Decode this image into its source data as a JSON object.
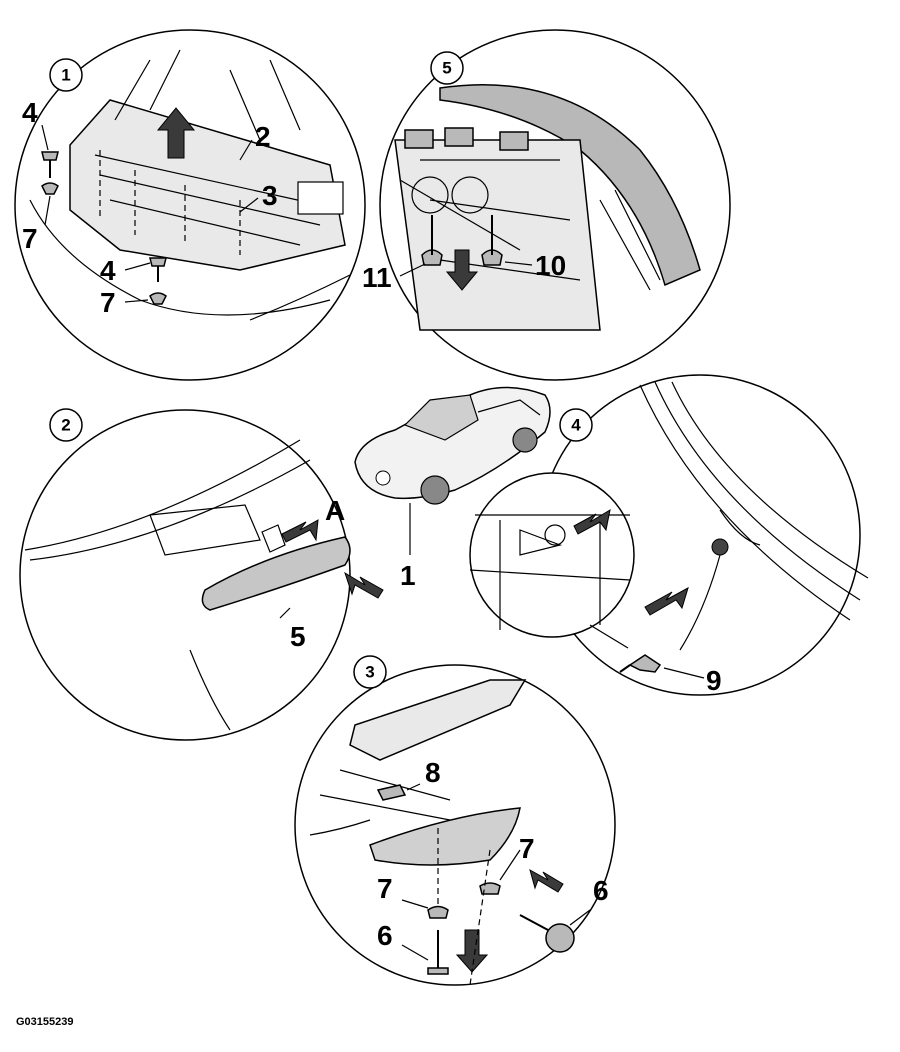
{
  "figure_code": "G03155239",
  "view_labels": [
    "1",
    "2",
    "3",
    "4",
    "5"
  ],
  "callouts": {
    "v1": [
      "4",
      "7",
      "2",
      "3",
      "4",
      "7"
    ],
    "v2": [
      "A",
      "5"
    ],
    "v3": [
      "8",
      "7",
      "7",
      "6",
      "6"
    ],
    "v4": [
      "9"
    ],
    "v5": [
      "11",
      "10"
    ],
    "car": [
      "1"
    ]
  },
  "icons": [
    "removal-arrow-icon",
    "screw-icon",
    "clip-icon",
    "bolt-icon",
    "car-icon"
  ]
}
